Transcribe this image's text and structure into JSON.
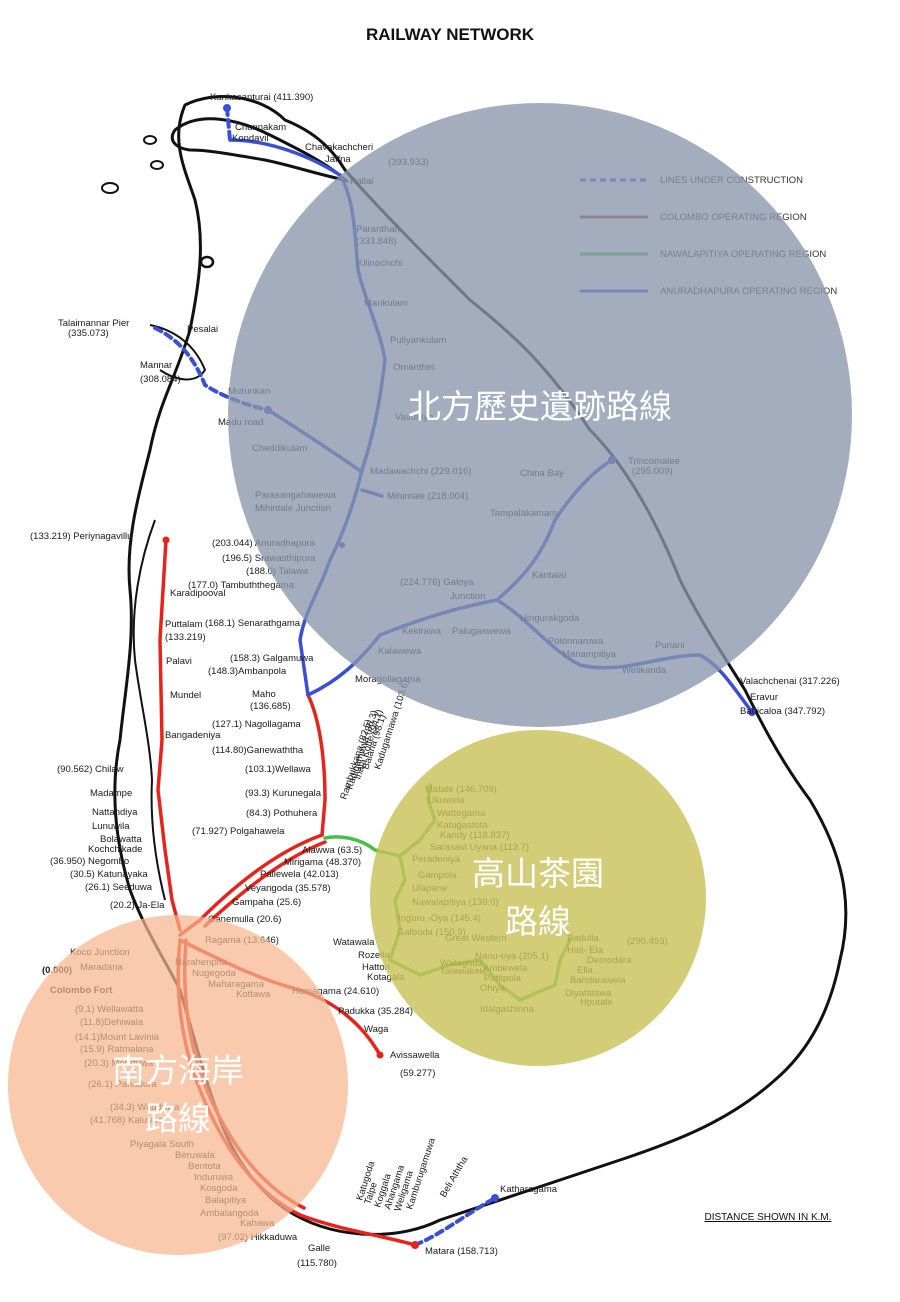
{
  "title": "RAILWAY NETWORK",
  "legend": [
    {
      "label": "LINES UNDER CONSTRUCTION",
      "color": "#3a4fd8",
      "dashed": true
    },
    {
      "label": "COLOMBO OPERATING REGION",
      "color": "#a83a3a",
      "dashed": false
    },
    {
      "label": "NAWALAPITIYA OPERATING REGION",
      "color": "#44c244",
      "dashed": false
    },
    {
      "label": "ANURADHAPURA OPERATING REGION",
      "color": "#3a4fd8",
      "dashed": false
    }
  ],
  "regions": {
    "north": "北方歷史遺跡路線",
    "hill_line1": "高山茶園",
    "hill_line2": "路線",
    "south_line1": "南方海岸",
    "south_line2": "路線"
  },
  "footer": "DISTANCE  SHOWN IN K.M.",
  "colors": {
    "north_circle": "#8a96ab",
    "hill_circle": "#c9c25a",
    "south_circle": "#f7b58d",
    "red_line": "#e8231c",
    "blue_line": "#3a4fd8",
    "green_line": "#44c244"
  },
  "stations": [
    "Kankasanturai (411.390)",
    "Chunnakam",
    "Kondavil",
    "Chavakachcheri",
    "Jaffna",
    "(393.933)",
    "Pallai",
    "Paranthan",
    "(333.848)",
    "Kilinochchi",
    "Mankulam",
    "Puliyankulam",
    "Omanthei",
    "Vavuniya",
    "Talaimannar Pier",
    "(335.073)",
    "Pesalai",
    "Mannar",
    "(308.084)",
    "Murunkan",
    "Madu road",
    "Cheddikulam",
    "Madawachchi (229.016)",
    "Parasangahawewa",
    "Mihintale Junction",
    "Mihintale (218.004)",
    "China Bay",
    "Trincomalee",
    "(295.009)",
    "Tampalakamam",
    "(203.044) Anuradhapura",
    "(196.5) Srawasthipura",
    "(188.0) Talawa",
    "(177.0) Tambuththegama",
    "Kantalai",
    "(224.776) Galoya",
    "Junction",
    "Hingurakgoda",
    "Kekirawa",
    "Palugaswewa",
    "Polonnaruwa",
    "Manampitiya",
    "Welikanda",
    "Punani",
    "Valachchenai (317.226)",
    "Eravur",
    "Batticaloa (347.792)",
    "(168.1) Senarathgama",
    "(158.3) Galgamuwa",
    "(148.3)Ambanpola",
    "Kalawewa",
    "Moragollagama",
    "Maho",
    "(136.685)",
    "(133.219) Periynagavillu",
    "Karadipooval",
    "Puttalam",
    "(133.219)",
    "Palavi",
    "Mundel",
    "Bangadeniya",
    "(127.1) Nagollagama",
    "(114.80)Ganewaththa",
    "(103.1)Wellawa",
    "(90.562) Chilaw",
    "(93.3) Kurunegala",
    "Madampe",
    "Nattandiya",
    "Lunuwila",
    "Bolawatta",
    "(84.3) Pothuhera",
    "(71.927) Polgahawela",
    "Kochchikade",
    "(36.950) Negombo",
    "(30.5) Katunayaka",
    "(26.1) Seeduwa",
    "(20.2) Ja-Ela",
    "Alawwa (63.5)",
    "Mirigama (48.370)",
    "Pallewela (42.013)",
    "Veyangoda (35.578)",
    "Gampaha (25.6)",
    "Ganemulla (20.6)",
    "Ragama (13.646)",
    "Rambukkana (82.5)",
    "Kadigamuwa (86.3)",
    "Ihala Kotte (94.1)",
    "Balana (98.1)",
    "Kadugannawa (103.6)",
    "Matale (146.709)",
    "Ukuwela",
    "Wattegama",
    "Katugastota",
    "Kandy (118.837)",
    "Sarasavi Uyana (113.7)",
    "Peradeniya",
    "Gampola",
    "Ulapane",
    "Nawalapitiya (139.0)",
    "Inguru -Oya (145.4)",
    "Galboda (150.9)",
    "Great Western",
    "Nanu-oya (205.1)",
    "Watagoda",
    "Talawakele",
    "Ambewela",
    "Pattipola",
    "Ohiya",
    "Idalgashinna",
    "Badulla",
    "(290.493)",
    "Hali- Ela",
    "Demodara",
    "Ella",
    "Bandarawela",
    "Diyatalawa",
    "Hputale",
    "Watawala",
    "Rozella",
    "Hatton",
    "Kotagala",
    "Koco Junction",
    "Maradana",
    "(0.000)",
    "Colombo Fort",
    "Narahenpita",
    "Nugegoda",
    "Maharagama",
    "Kottawa",
    "Homagama (24.610)",
    "Padukka (35.284)",
    "Waga",
    "Avissawella",
    "(59.277)",
    "(9.1) Wellawatta",
    "(11.8)Dehiwala",
    "(14.1)Mount Lavinia",
    "(15.9) Ratmalana",
    "(20.3) Moratuwa",
    "(26.1) Panadura",
    "(34.3) Wadduwa",
    "(41.768) Kalutara",
    "Piyagala South",
    "Beruwala",
    "Bentota",
    "Induruwa",
    "Kosgoda",
    "Balapitiya",
    "Ambalangoda",
    "Kahawa",
    "(97.02) Hikkaduwa",
    "Galle",
    "(115.780)",
    "Katugoda",
    "Talpe",
    "Koggala",
    "Ahangama",
    "Weligama",
    "Kamburugamuwa",
    "Matara (158.713)",
    "Beli Aththa",
    "Katharagama"
  ]
}
